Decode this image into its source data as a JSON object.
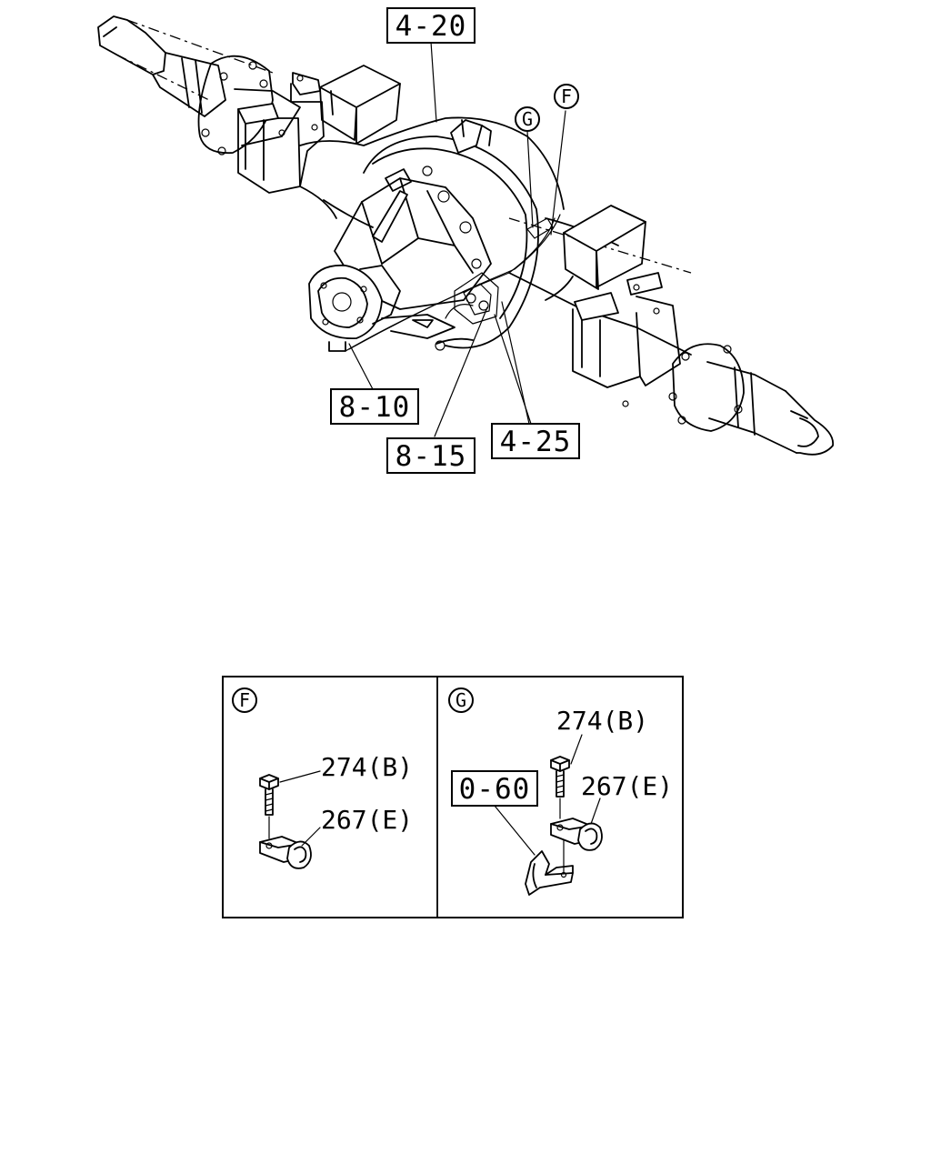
{
  "references": {
    "ref_4_20": "4-20",
    "ref_8_10": "8-10",
    "ref_8_15": "8-15",
    "ref_4_25": "4-25",
    "ref_0_60": "0-60"
  },
  "callouts": {
    "f": "F",
    "g": "G"
  },
  "detail_f": {
    "label": "F",
    "bolt": "274(B)",
    "clip": "267(E)"
  },
  "detail_g": {
    "label": "G",
    "bolt": "274(B)",
    "clip": "267(E)"
  }
}
